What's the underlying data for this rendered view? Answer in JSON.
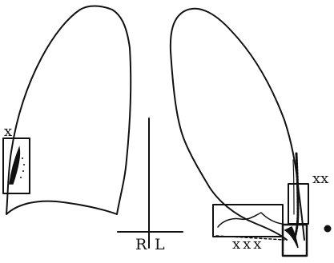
{
  "labels": {
    "left_box": "x",
    "upper_right_box": "xx",
    "lower_left_box": "xxx",
    "axis_right": "R",
    "axis_left": "L"
  }
}
